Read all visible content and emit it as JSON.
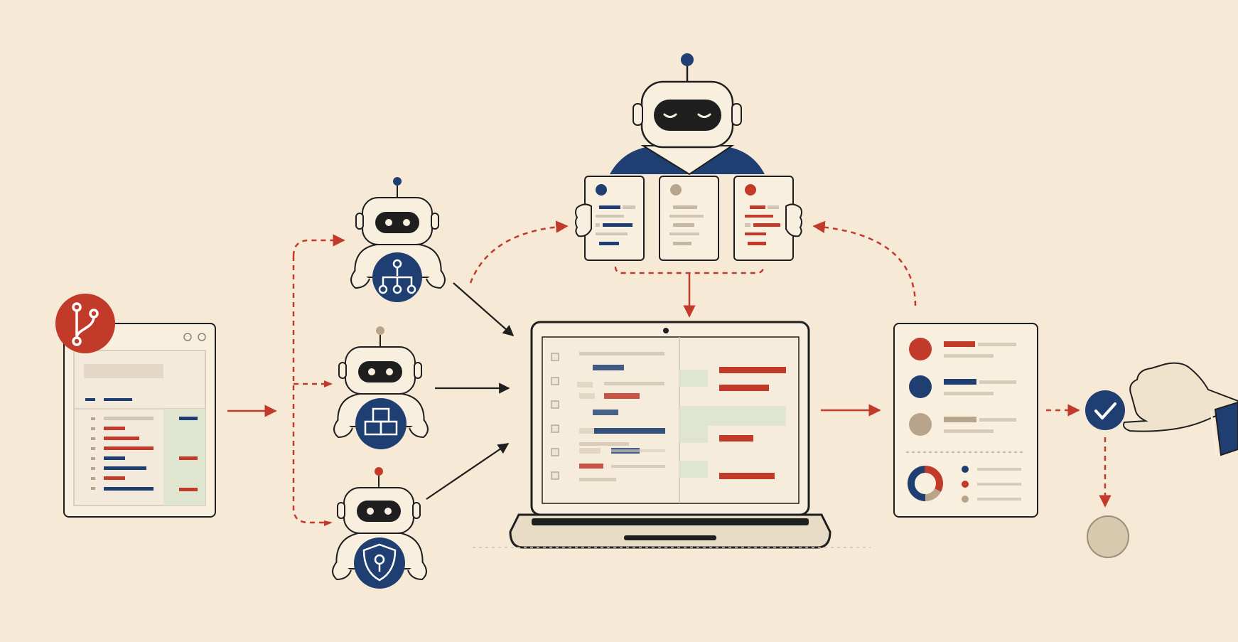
{
  "colors": {
    "background": "#f6ead6",
    "navy": "#1f3f72",
    "red": "#c13a2a",
    "taupe": "#b8a48a",
    "ink": "#1f1f1f",
    "paper": "#f8efdf",
    "green_tint": "#dfe5cf",
    "gray_bar": "#cfc6b7",
    "skin": "#efe3cc"
  },
  "diagram": {
    "nodes": [
      {
        "id": "pull-request",
        "icon": "git-branch-icon"
      },
      {
        "id": "architecture-reviewer",
        "icon": "hierarchy-icon"
      },
      {
        "id": "modules-reviewer",
        "icon": "blocks-icon"
      },
      {
        "id": "security-reviewer",
        "icon": "shield-lock-icon"
      },
      {
        "id": "lead-reviewer",
        "icon": "robot-icon"
      },
      {
        "id": "code-view",
        "icon": "laptop-icon"
      },
      {
        "id": "summary-report",
        "icon": "report-icon"
      },
      {
        "id": "human-approval",
        "icon": "check-icon"
      },
      {
        "id": "next-step",
        "icon": "circle-icon"
      }
    ]
  }
}
